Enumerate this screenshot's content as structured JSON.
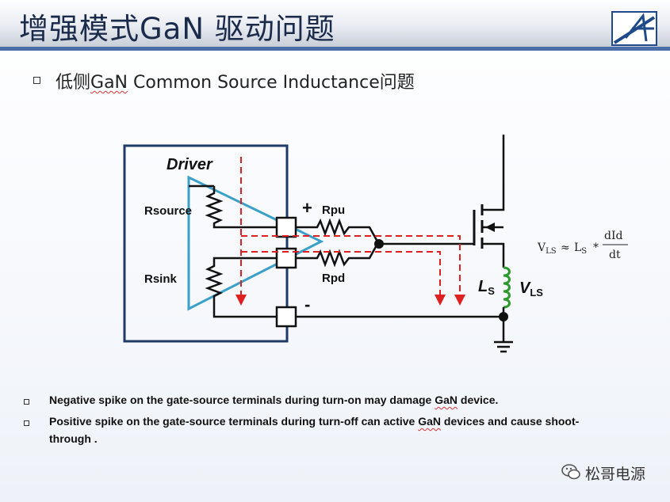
{
  "title": "增强模式GaN 驱动问题",
  "subtitle": {
    "prefix": "低侧",
    "gan": "GaN",
    "middle": " Common Source Inductance",
    "suffix": "问题"
  },
  "diagram": {
    "driver_label": "Driver",
    "rsource_label": "Rsource",
    "rsink_label": "Rsink",
    "rpu_label": "Rpu",
    "rpd_label": "Rpd",
    "plus_label": "+",
    "minus_label": "-",
    "ls_label": "L",
    "ls_sub": "S",
    "vls_label": "V",
    "vls_sub": "LS",
    "formula": {
      "lhs": "V",
      "lhs_sub": "LS",
      "approx": "≈",
      "mid": "L",
      "mid_sub": "S",
      "star": "*",
      "num": "dId",
      "den": "dt"
    },
    "colors": {
      "box": "#1f3a66",
      "amp": "#3aa0c8",
      "wire": "#111111",
      "dashed": "#e02020",
      "inductor": "#2a9a2a"
    }
  },
  "notes": [
    {
      "pre": "Negative spike on the gate-source terminals during turn-on may damage ",
      "gan": "GaN",
      "post": " device."
    },
    {
      "pre": "Positive spike on the gate-source terminals during turn-off can active ",
      "gan": "GaN",
      "post": " devices and cause shoot-",
      "line2": "through ."
    }
  ],
  "watermark": "松哥电源"
}
